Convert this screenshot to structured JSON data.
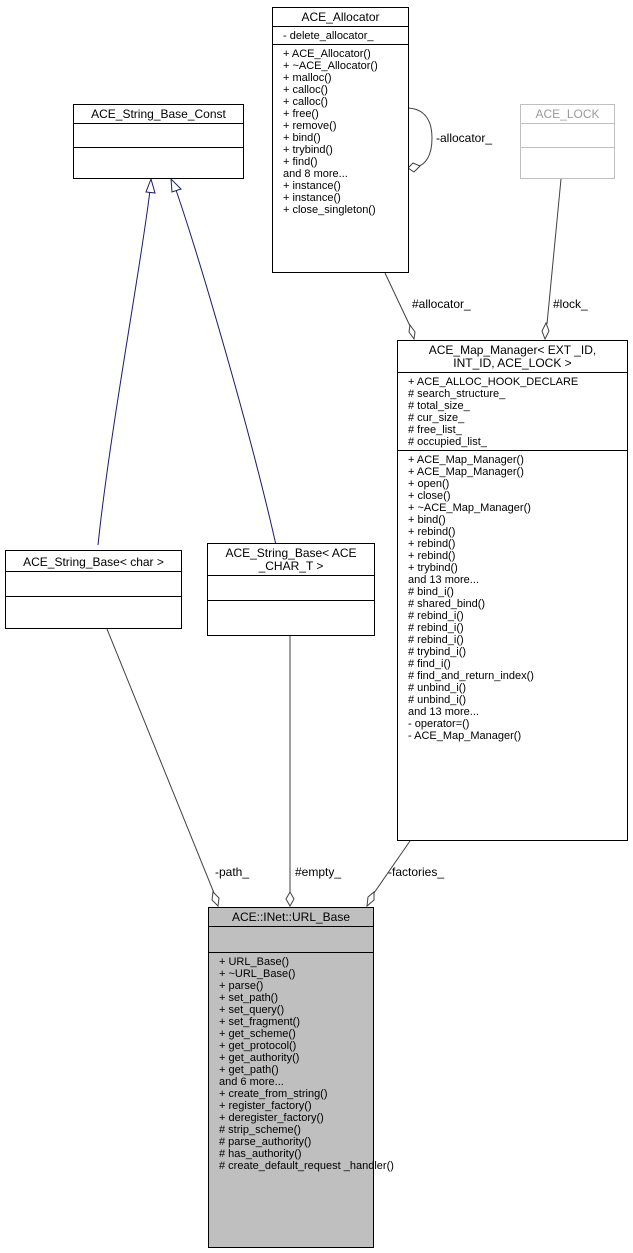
{
  "boxes": {
    "allocator": {
      "title": "ACE_Allocator",
      "attributes": [
        "- delete_allocator_"
      ],
      "methods": [
        "+ ACE_Allocator()",
        "+ ~ACE_Allocator()",
        "+ malloc()",
        "+ calloc()",
        "+ calloc()",
        "+ free()",
        "+ remove()",
        "+ bind()",
        "+ trybind()",
        "+ find()",
        "and 8 more...",
        "+ instance()",
        "+ instance()",
        "+ close_singleton()"
      ]
    },
    "string_base_const": {
      "title": "ACE_String_Base_Const"
    },
    "ace_lock": {
      "title": "ACE_LOCK"
    },
    "map_manager": {
      "title": "ACE_Map_Manager< EXT _ID, INT_ID, ACE_LOCK >",
      "attributes": [
        "+ ACE_ALLOC_HOOK_DECLARE",
        "# search_structure_",
        "# total_size_",
        "# cur_size_",
        "# free_list_",
        "# occupied_list_"
      ],
      "methods": [
        "+ ACE_Map_Manager()",
        "+ ACE_Map_Manager()",
        "+ open()",
        "+ close()",
        "+ ~ACE_Map_Manager()",
        "+ bind()",
        "+ rebind()",
        "+ rebind()",
        "+ rebind()",
        "+ trybind()",
        "and 13 more...",
        "# bind_i()",
        "# shared_bind()",
        "# rebind_i()",
        "# rebind_i()",
        "# rebind_i()",
        "# trybind_i()",
        "# find_i()",
        "# find_and_return_index()",
        "# unbind_i()",
        "# unbind_i()",
        "and 13 more...",
        "- operator=()",
        "- ACE_Map_Manager()"
      ]
    },
    "string_base_char": {
      "title": "ACE_String_Base< char >"
    },
    "string_base_ace_char": {
      "title": "ACE_String_Base< ACE _CHAR_T >"
    },
    "url_base": {
      "title": "ACE::INet::URL_Base",
      "methods": [
        "+ URL_Base()",
        "+ ~URL_Base()",
        "+ parse()",
        "+ set_path()",
        "+ set_query()",
        "+ set_fragment()",
        "+ get_scheme()",
        "+ get_protocol()",
        "+ get_authority()",
        "+ get_path()",
        "and 6 more...",
        "+ create_from_string()",
        "+ register_factory()",
        "+ deregister_factory()",
        "# strip_scheme()",
        "# parse_authority()",
        "# has_authority()",
        "# create_default_request _handler()"
      ]
    }
  },
  "edges": {
    "allocator_self": "-allocator_",
    "allocator_map": "#allocator_",
    "lock_map": "#lock_",
    "path": "-path_",
    "empty": "#empty_",
    "factories": "-factories_"
  },
  "colors": {
    "inheritance_edge": "#191970",
    "association_edge": "#404040",
    "focus_fill": "#bfbfbf",
    "gray_border": "#bfbfbf"
  }
}
